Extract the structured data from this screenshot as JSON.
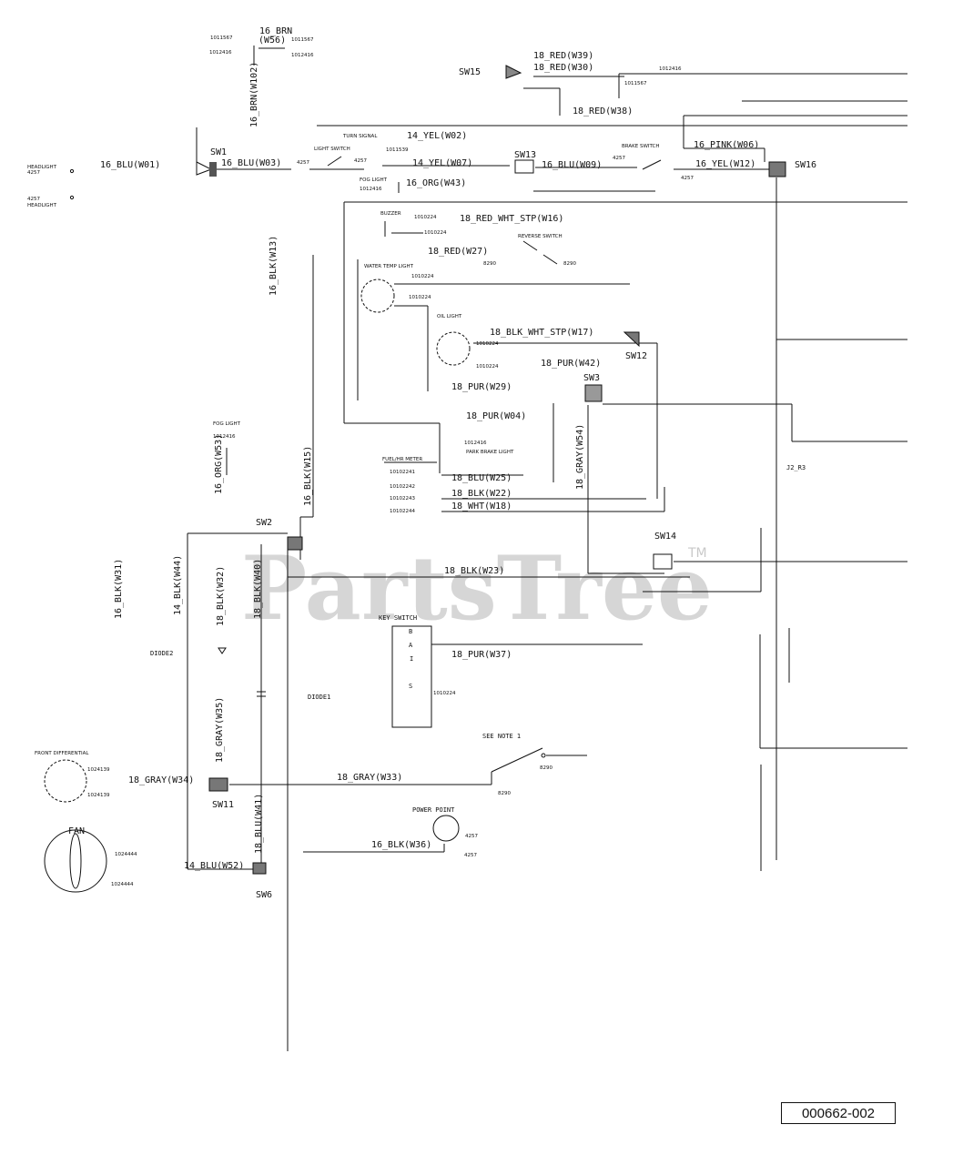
{
  "watermark": {
    "text": "PartsTree",
    "tm": "TM"
  },
  "document_number": "000662-002",
  "wires": {
    "w56": "16_BRN",
    "w56b": "(W56)",
    "w102": "16_BRN(W102)",
    "w01": "16_BLU(W01)",
    "w03": "16_BLU(W03)",
    "w02": "14_YEL(W02)",
    "w07": "14_YEL(W07)",
    "w43": "16_ORG(W43)",
    "w09": "16_BLU(W09)",
    "w06": "16_PINK(W06)",
    "w12": "16_YEL(W12)",
    "w39": "18_RED(W39)",
    "w30": "18_RED(W30)",
    "w38": "18_RED(W38)",
    "w16": "18_RED_WHT_STP(W16)",
    "w27": "18_RED(W27)",
    "w13": "16_BLK(W13)",
    "w17": "18_BLK_WHT_STP(W17)",
    "w42": "18_PUR(W42)",
    "w29": "18_PUR(W29)",
    "w04": "18_PUR(W04)",
    "w54": "18_GRAY(W54)",
    "w53": "16_ORG(W53)",
    "w15": "16_BLK(W15)",
    "w25": "18_BLU(W25)",
    "w22": "18_BLK(W22)",
    "w18": "18_WHT(W18)",
    "w23": "18_BLK(W23)",
    "w31": "16_BLK(W31)",
    "w44": "14_BLK(W44)",
    "w32": "18_BLK(W32)",
    "w40": "18_BLK(W40)",
    "w37": "18_PUR(W37)",
    "w35": "18_GRAY(W35)",
    "w34": "18_GRAY(W34)",
    "w33": "18_GRAY(W33)",
    "w41": "18_BLU(W41)",
    "w52": "14_BLU(W52)",
    "w36": "16_BLK(W36)"
  },
  "switches": {
    "sw1": "SW1",
    "sw2": "SW2",
    "sw3": "SW3",
    "sw6": "SW6",
    "sw11": "SW11",
    "sw12": "SW12",
    "sw13": "SW13",
    "sw14": "SW14",
    "sw15": "SW15",
    "sw16": "SW16"
  },
  "components": {
    "headlight1": "HEADLIGHT",
    "headlight2": "HEADLIGHT",
    "turn_signal": "TURN SIGNAL",
    "light_switch": "LIGHT SWITCH",
    "fog_light": "FOG LIGHT",
    "fog_light2": "FOG LIGHT",
    "brake_switch": "BRAKE SWITCH",
    "buzzer": "BUZZER",
    "reverse_switch": "REVERSE SWITCH",
    "water_temp": "WATER TEMP LIGHT",
    "oil_light": "OIL LIGHT",
    "park_brake": "PARK BRAKE LIGHT",
    "fuel_hr_meter": "FUEL/HR METER",
    "diode2": "DIODE2",
    "diode1": "DIODE1",
    "key_switch": "KEY SWITCH",
    "front_diff": "FRONT DIFFERENTIAL",
    "fan": "FAN",
    "power_point": "POWER POINT",
    "see_note": "SEE NOTE 1",
    "j2": "J2_R3"
  },
  "key_terminals": [
    "B",
    "A",
    "I",
    "S"
  ],
  "parts": {
    "p1011567": "1011567",
    "p1012416": "1012416",
    "p4257": "4257",
    "p1011539": "1011539",
    "p1010224": "1010224",
    "p8290": "8290",
    "p10102241": "10102241",
    "p10102242": "10102242",
    "p10102243": "10102243",
    "p10102244": "10102244",
    "p1024139": "1024139",
    "p1024444": "1024444"
  }
}
